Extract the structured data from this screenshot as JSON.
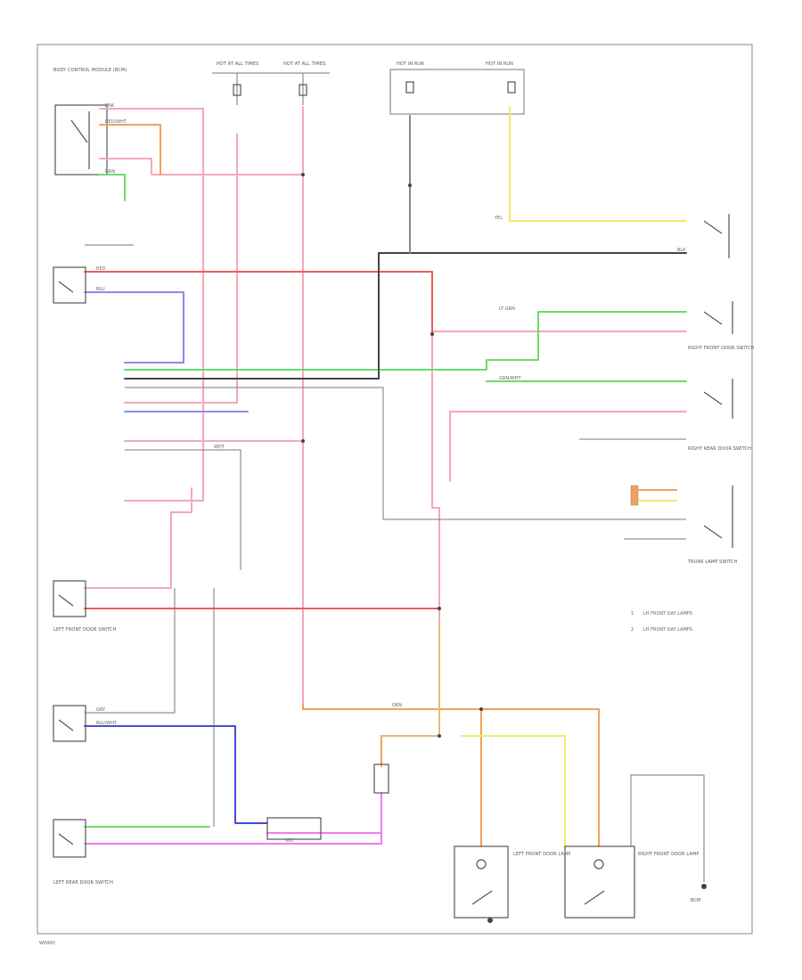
{
  "diagram": {
    "footer_code": "W0000",
    "legend": [
      {
        "num": "1",
        "text": "LH FRONT DAY LAMPS"
      },
      {
        "num": "2",
        "text": "LH FRONT DAY LAMPS"
      }
    ],
    "components": {
      "module_top_left": "BODY CONTROL MODULE (BCM)",
      "fuse_box_a": "HOT AT ALL TIMES",
      "fuse_box_b": "HOT AT ALL TIMES",
      "fuse_box_c": "HOT IN RUN",
      "fuse_box_d": "HOT IN RUN",
      "door_switch_rf": "RIGHT FRONT DOOR SWITCH",
      "door_switch_rr": "RIGHT REAR DOOR SWITCH",
      "door_switch_lf": "LEFT FRONT DOOR SWITCH",
      "door_switch_lr": "LEFT REAR DOOR SWITCH",
      "lamp_lf": "LEFT FRONT DOOR LAMP",
      "lamp_rf": "RIGHT FRONT DOOR LAMP",
      "trunk_switch": "TRUNK LAMP SWITCH",
      "bcm_lower": "BCM"
    },
    "wire_codes": {
      "pnk": "PNK",
      "red": "RED",
      "orn": "ORN",
      "grn": "GRN",
      "blu": "BLU",
      "yel": "YEL",
      "gry": "GRY",
      "blk": "BLK",
      "vio": "VIO",
      "wht": "WHT",
      "red_wht": "RED/WHT",
      "blu_wht": "BLU/WHT",
      "lt_grn": "LT GRN",
      "grn_wht": "GRN/WHT"
    }
  }
}
